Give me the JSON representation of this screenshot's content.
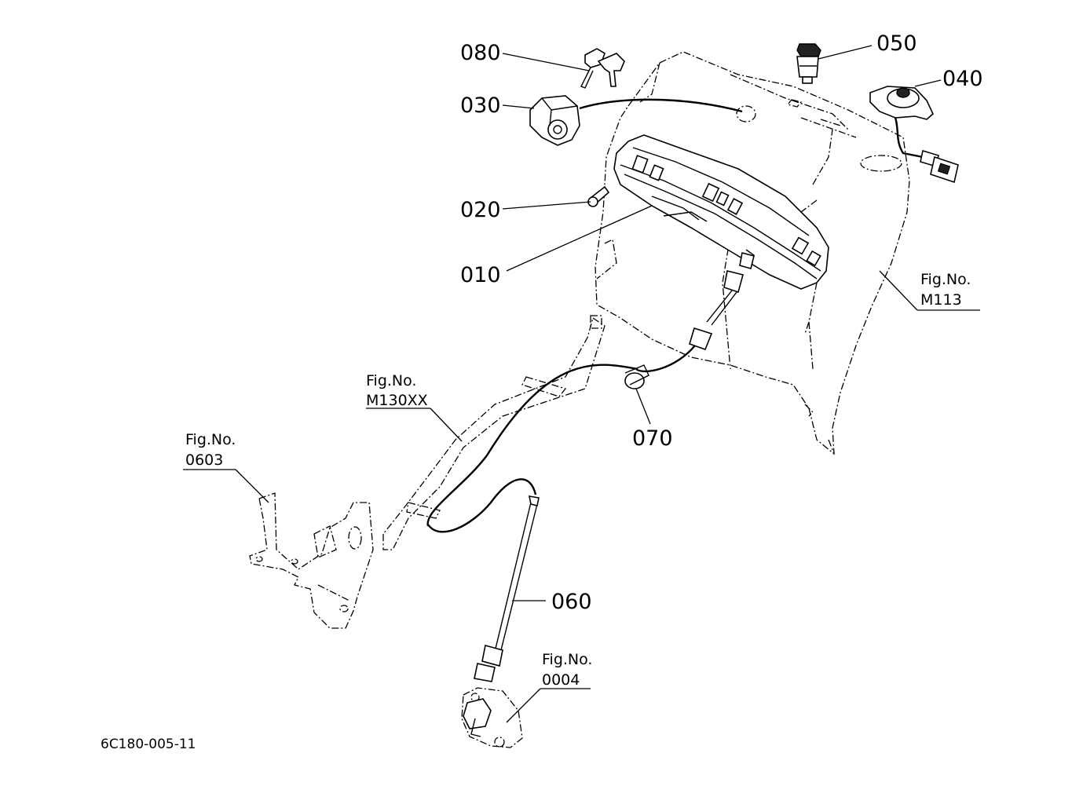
{
  "diagram": {
    "drawing_code": "6C180-005-11",
    "callouts": [
      {
        "id": "010",
        "label": "010"
      },
      {
        "id": "020",
        "label": "020"
      },
      {
        "id": "030",
        "label": "030"
      },
      {
        "id": "040",
        "label": "040"
      },
      {
        "id": "050",
        "label": "050"
      },
      {
        "id": "060",
        "label": "060"
      },
      {
        "id": "070",
        "label": "070"
      },
      {
        "id": "080",
        "label": "080"
      }
    ],
    "figure_refs": [
      {
        "line1": "Fig.No.",
        "line2": "M113"
      },
      {
        "line1": "Fig.No.",
        "line2": "M130XX"
      },
      {
        "line1": "Fig.No.",
        "line2": "0603"
      },
      {
        "line1": "Fig.No.",
        "line2": "0004"
      }
    ]
  }
}
